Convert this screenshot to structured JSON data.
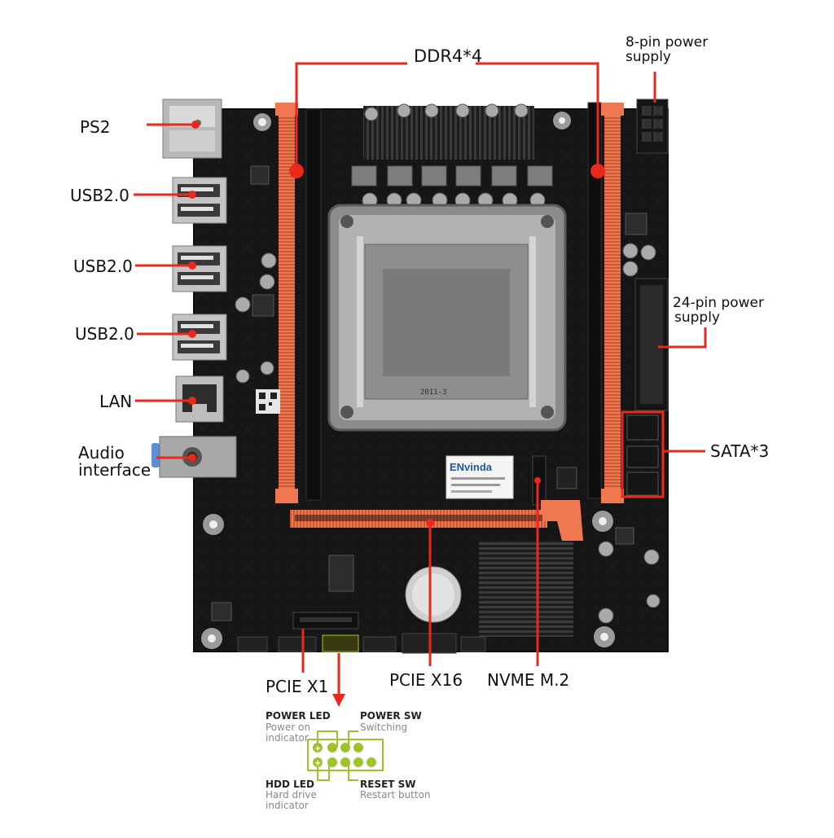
{
  "labels": {
    "ddr4": "DDR4*4",
    "power8_l1": "8-pin power",
    "power8_l2": "supply",
    "ps2": "PS2",
    "usb1": "USB2.0",
    "usb2": "USB2.0",
    "usb3": "USB2.0",
    "lan": "LAN",
    "audio_l1": "Audio",
    "audio_l2": "interface",
    "power24_l1": "24-pin power",
    "power24_l2": "supply",
    "sata": "SATA*3",
    "pcie_x1": "PCIE X1",
    "pcie_x16": "PCIE X16",
    "nvme": "NVME M.2"
  },
  "panel": {
    "power_led_title": "POWER LED",
    "power_led_sub1": "Power on",
    "power_led_sub2": "indicator",
    "power_sw_title": "POWER SW",
    "power_sw_sub": "Switching",
    "hdd_led_title": "HDD LED",
    "hdd_led_sub1": "Hard drive",
    "hdd_led_sub2": "indicator",
    "reset_sw_title": "RESET SW",
    "reset_sw_sub": "Restart button"
  },
  "board_text": {
    "brand": "ENvinda",
    "socket": "2011-3"
  },
  "colors": {
    "accent_red": "#e8291c",
    "slot_orange": "#f07850",
    "board": "#1a1a1a",
    "panel_green": "#9cc42a"
  }
}
